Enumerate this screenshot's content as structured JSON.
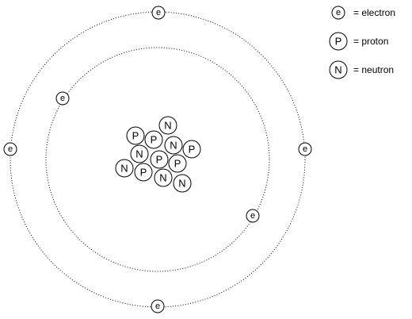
{
  "legend": {
    "electron": {
      "symbol": "e",
      "label": "= electron"
    },
    "proton": {
      "symbol": "P",
      "label": "= proton"
    },
    "neutron": {
      "symbol": "N",
      "label": "= neutron"
    }
  },
  "particle_symbols": {
    "electron": "e",
    "proton": "P",
    "neutron": "N"
  },
  "atom": {
    "shells": [
      {
        "name": "inner",
        "electrons": 2
      },
      {
        "name": "outer",
        "electrons": 4
      }
    ],
    "nucleus": {
      "protons": 6,
      "neutrons": 6
    }
  }
}
